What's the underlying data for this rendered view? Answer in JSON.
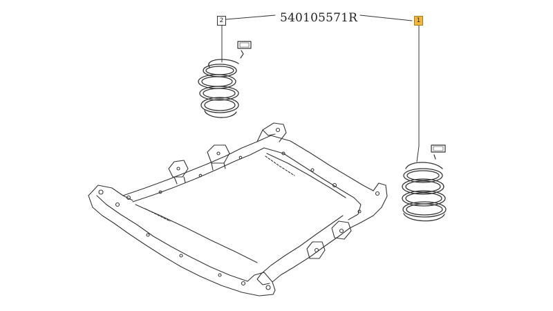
{
  "diagram": {
    "part_number": "540105571R",
    "callouts": [
      {
        "label": "2",
        "highlighted": false
      },
      {
        "label": "1",
        "highlighted": true
      }
    ],
    "highlight_color": "#f2b739",
    "line_color": "#333333"
  }
}
